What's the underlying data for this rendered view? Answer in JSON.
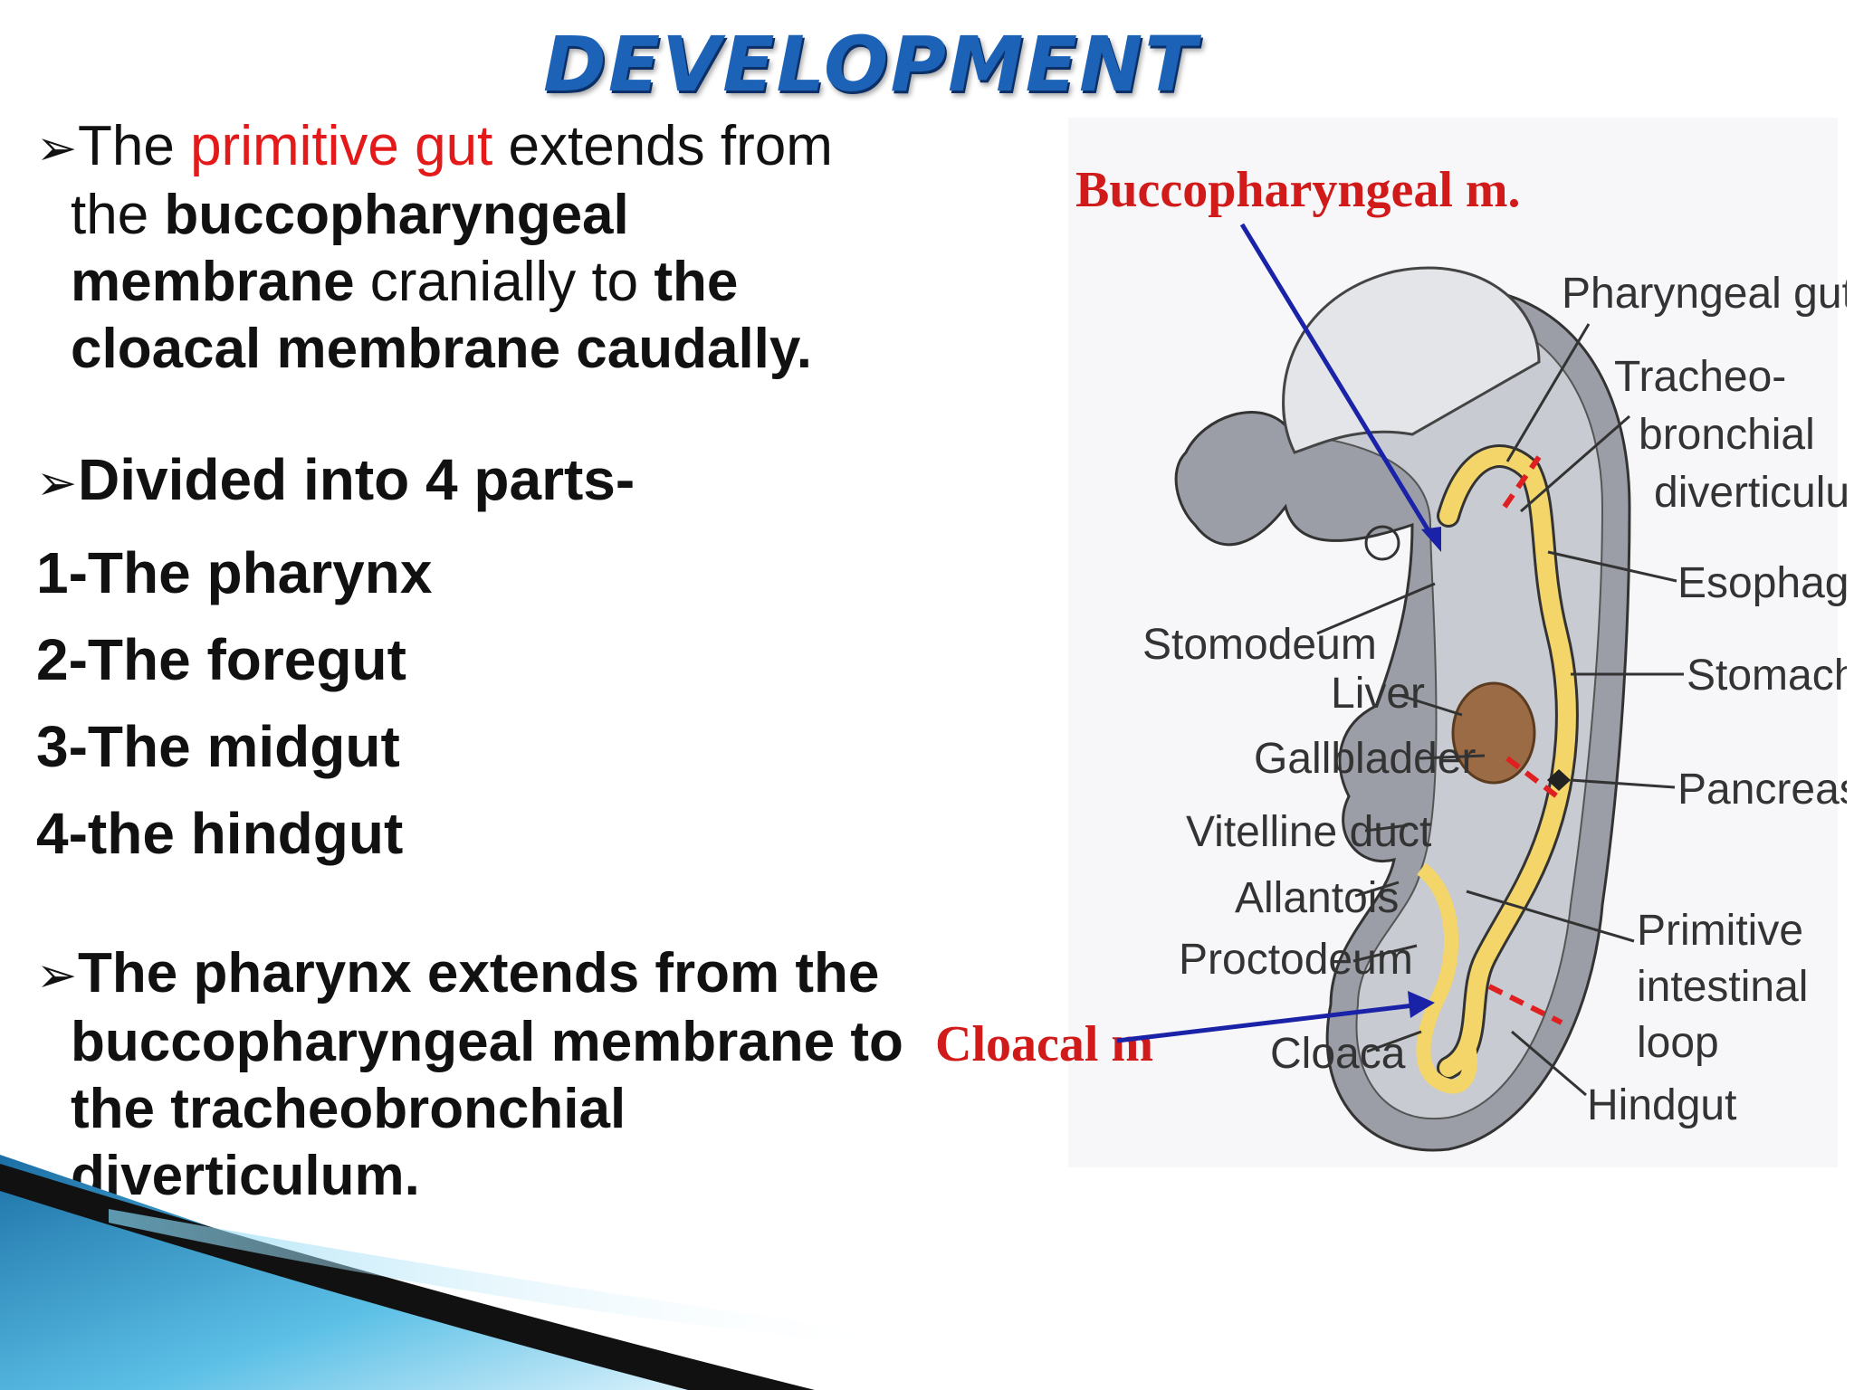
{
  "title": "DEVELOPMENT",
  "intro": {
    "bullet": "➢",
    "p1": "The ",
    "p2": "primitive gut",
    "p3": " extends  from the ",
    "p4": "buccopharyngeal membrane",
    "p5": " cranially to ",
    "p6": "the cloacal membrane caudally."
  },
  "parts": {
    "heading": "Divided   into   4   parts-",
    "items": [
      "1-The pharynx",
      "2-The foregut",
      "3-The midgut",
      "4-the hindgut"
    ]
  },
  "pharynx": {
    "text": "The pharynx extends from the buccopharyngeal membrane to the tracheobronchial diverticulum."
  },
  "diagram": {
    "buccopharyngeal": "Buccopharyngeal m.",
    "cloacal": "Cloacal m",
    "pharyngeal_gut": "Pharyngeal gut",
    "tracheo1": "Tracheo-",
    "tracheo2": "bronchial",
    "tracheo3": "diverticulum",
    "esophagus": "Esophagus",
    "stomach": "Stomach",
    "pancreas": "Pancreas",
    "primitive1": "Primitive",
    "primitive2": "intestinal",
    "primitive3": "loop",
    "hindgut": "Hindgut",
    "stomodeum": "Stomodeum",
    "liver": "Liver",
    "gallbladder": "Gallbladder",
    "vitelline": "Vitelline duct",
    "allantois": "Allantois",
    "proctodeum": "Proctodeum",
    "cloaca": "Cloaca"
  }
}
